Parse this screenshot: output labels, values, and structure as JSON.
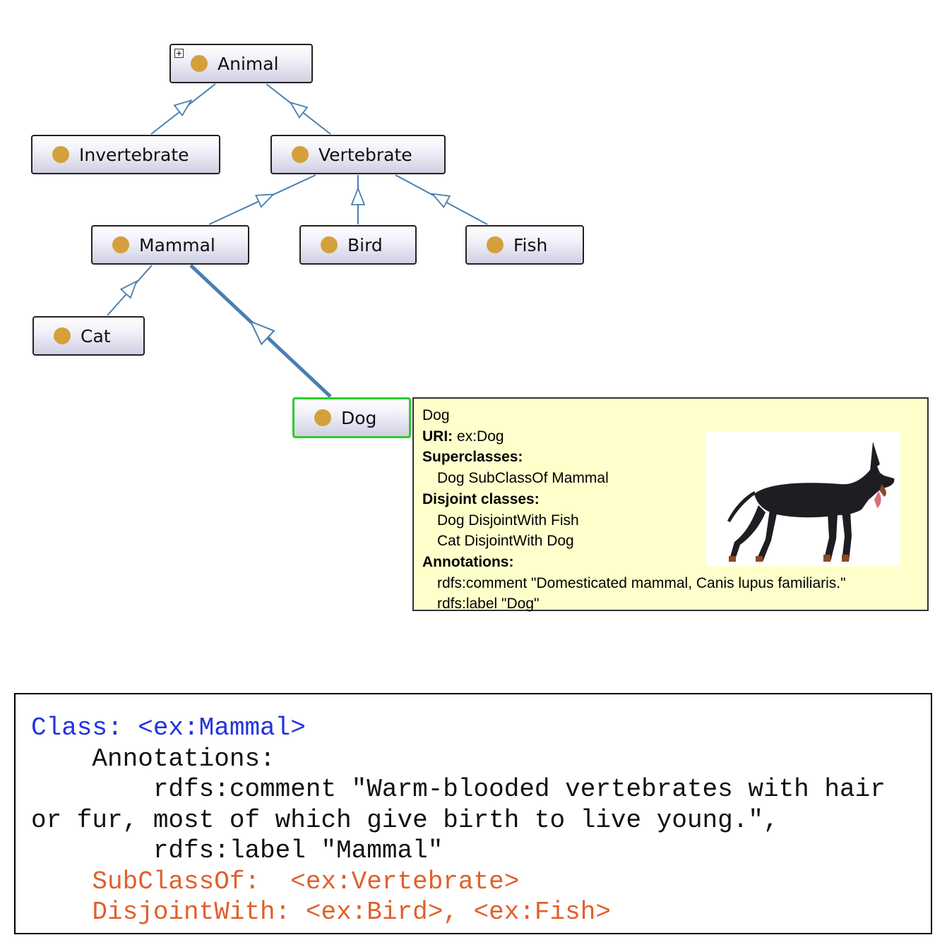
{
  "hierarchy": {
    "nodes": [
      {
        "id": "animal",
        "label": "Animal"
      },
      {
        "id": "invertebrate",
        "label": "Invertebrate"
      },
      {
        "id": "vertebrate",
        "label": "Vertebrate"
      },
      {
        "id": "mammal",
        "label": "Mammal"
      },
      {
        "id": "bird",
        "label": "Bird"
      },
      {
        "id": "fish",
        "label": "Fish"
      },
      {
        "id": "cat",
        "label": "Cat"
      },
      {
        "id": "dog",
        "label": "Dog"
      }
    ],
    "edges": [
      {
        "from": "invertebrate",
        "to": "animal"
      },
      {
        "from": "vertebrate",
        "to": "animal"
      },
      {
        "from": "mammal",
        "to": "vertebrate"
      },
      {
        "from": "bird",
        "to": "vertebrate"
      },
      {
        "from": "fish",
        "to": "vertebrate"
      },
      {
        "from": "cat",
        "to": "mammal"
      },
      {
        "from": "dog",
        "to": "mammal"
      }
    ],
    "selected_node": "dog",
    "highlighted_edge": "dog-mammal",
    "colors": {
      "edge": "#4a7fb0",
      "node_dot": "#d4a03c",
      "selection_border": "#2ecc2e",
      "tooltip_background": "#ffffcc"
    }
  },
  "tooltip": {
    "title": "Dog",
    "uri_label": "URI:",
    "uri_value": "ex:Dog",
    "superclasses_heading": "Superclasses:",
    "superclasses": [
      "Dog SubClassOf Mammal"
    ],
    "disjoint_heading": "Disjoint classes:",
    "disjoint": [
      "Dog DisjointWith Fish",
      "Cat DisjointWith Dog"
    ],
    "annotations_heading": "Annotations:",
    "annotations": [
      "rdfs:comment \"Domesticated mammal, Canis lupus familiaris.\"",
      "rdfs:label \"Dog\""
    ]
  },
  "code": {
    "lines": [
      "Class: <ex:Mammal>",
      "    Annotations:",
      "        rdfs:comment \"Warm-blooded vertebrates with hair",
      "or fur, most of which give birth to live young.\",",
      "        rdfs:label \"Mammal\"",
      "    SubClassOf:  <ex:Vertebrate>",
      "    DisjointWith: <ex:Bird>, <ex:Fish>"
    ],
    "colors": {
      "keyword_class": "#2233dd",
      "keyword_axiom": "#e0602a",
      "text": "#111111"
    }
  }
}
